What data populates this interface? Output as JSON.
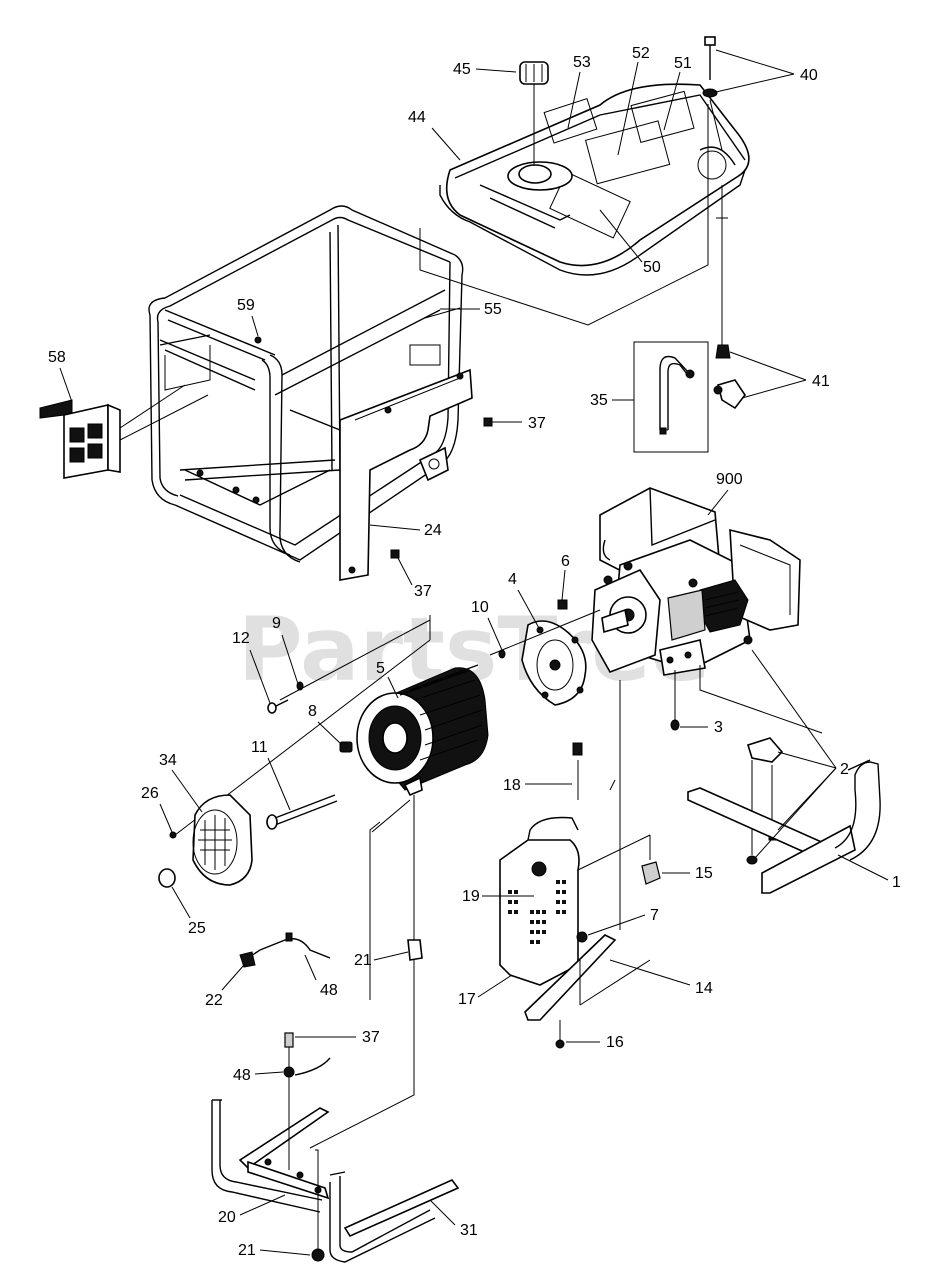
{
  "watermark": "PartsTree",
  "labels": {
    "l1": "1",
    "l2": "2",
    "l3": "3",
    "l4": "4",
    "l5": "5",
    "l6": "6",
    "l7": "7",
    "l8": "8",
    "l9": "9",
    "l10": "10",
    "l11": "11",
    "l12": "12",
    "l14": "14",
    "l15": "15",
    "l16": "16",
    "l17": "17",
    "l18": "18",
    "l19": "19",
    "l20": "20",
    "l21a": "21",
    "l21b": "21",
    "l22": "22",
    "l24": "24",
    "l25": "25",
    "l26": "26",
    "l31": "31",
    "l34": "34",
    "l35": "35",
    "l37a": "37",
    "l37b": "37",
    "l37c": "37",
    "l40": "40",
    "l41": "41",
    "l44": "44",
    "l45": "45",
    "l48a": "48",
    "l48b": "48",
    "l50": "50",
    "l51": "51",
    "l52": "52",
    "l53": "53",
    "l55": "55",
    "l58": "58",
    "l59": "59",
    "l900": "900"
  }
}
